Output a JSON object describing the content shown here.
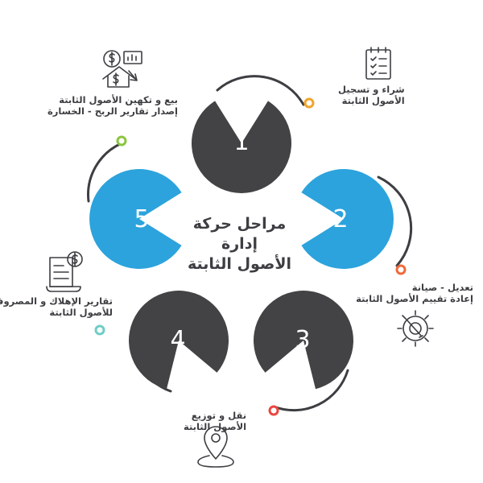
{
  "diagram": {
    "center_title": [
      "مراحل حركة",
      "إدارة",
      "الأصول الثابتة"
    ],
    "stages": [
      {
        "number": "1",
        "lines": [
          "شراء و تسجيل",
          "الأصول الثابتة"
        ],
        "icon": "checklist-icon",
        "color": "#434346",
        "dot_color": "#f0a42a"
      },
      {
        "number": "2",
        "lines": [
          "تعديل - صيانة",
          "إعادة تقييم الأصول الثابتة"
        ],
        "icon": "gear-wrench-icon",
        "color": "#2ca3dc",
        "dot_color": "#ef6a3a"
      },
      {
        "number": "3",
        "lines": [
          "نقل و توزيع",
          "الأصول الثابتة"
        ],
        "icon": "location-pin-icon",
        "color": "#434346",
        "dot_color": "#e8473f"
      },
      {
        "number": "4",
        "lines": [
          "تقارير الإهلاك و المصروفات",
          "للأصول الثابتة"
        ],
        "icon": "report-dollar-icon",
        "color": "#434346",
        "dot_color": "#6fcdc4"
      },
      {
        "number": "5",
        "lines": [
          "بيع و تكهين الأصول الثابتة",
          "إصدار تقارير الربح - الخسارة"
        ],
        "icon": "sale-loss-icon",
        "color": "#2ca3dc",
        "dot_color": "#8bc53f"
      }
    ]
  }
}
